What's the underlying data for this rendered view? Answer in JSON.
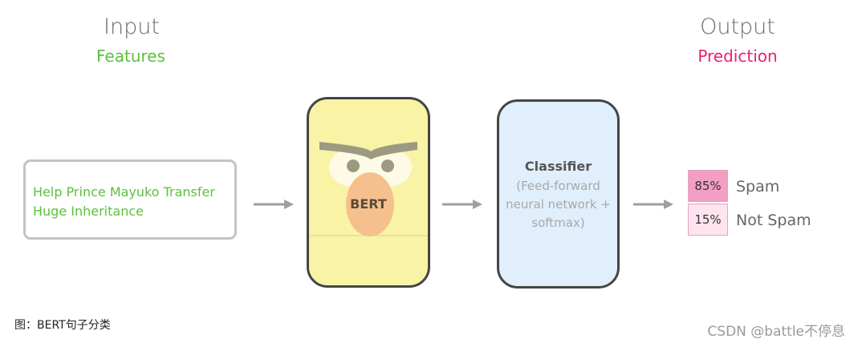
{
  "input_heading": "Input",
  "input_subheading": "Features",
  "input_text": "Help Prince Mayuko Transfer Huge Inheritance",
  "bert_label": "BERT",
  "classifier_title": "Classifier",
  "classifier_desc": "(Feed-forward neural network + softmax)",
  "output_heading": "Output",
  "output_subheading": "Prediction",
  "predictions": [
    {
      "percent": "85%",
      "label": "Spam",
      "fill": "#f39ec3"
    },
    {
      "percent": "15%",
      "label": "Not Spam",
      "fill": "#fde4ee"
    }
  ],
  "caption": "图：BERT句子分类",
  "watermark": "CSDN @battle不停息",
  "colors": {
    "features_green": "#5cc13f",
    "prediction_pink": "#e8216f",
    "bert_yellow": "#f9f3a6",
    "classifier_blue": "#e1eefc"
  }
}
